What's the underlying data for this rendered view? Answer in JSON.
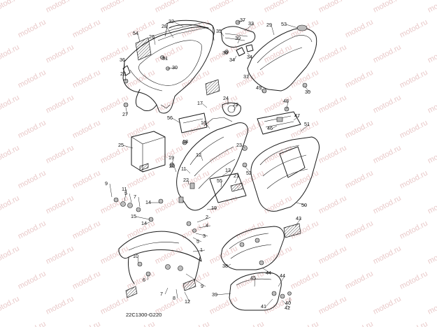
{
  "diagram": {
    "watermark": "motod.ru",
    "code": "22C1300-G220",
    "callouts": [
      "1",
      "2",
      "3",
      "4",
      "5",
      "6",
      "7",
      "8",
      "9",
      "10",
      "11",
      "12",
      "13",
      "14",
      "15",
      "16",
      "17",
      "18",
      "19",
      "20",
      "21",
      "22",
      "23",
      "24",
      "25",
      "26",
      "27",
      "28",
      "29",
      "30",
      "31",
      "32",
      "33",
      "34",
      "35",
      "36",
      "37",
      "38",
      "39",
      "40",
      "41",
      "42",
      "43",
      "44",
      "45",
      "46",
      "47",
      "48",
      "49",
      "50",
      "51",
      "52",
      "53",
      "54",
      "55",
      "56"
    ]
  }
}
